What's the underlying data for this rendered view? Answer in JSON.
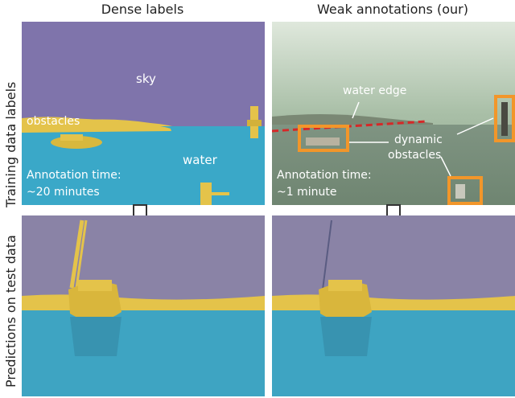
{
  "columns": {
    "left_title": "Dense labels",
    "right_title": "Weak annotations (our)"
  },
  "rows": {
    "top_title": "Training data labels",
    "bottom_title": "Predictions on test data"
  },
  "dense_panel": {
    "sky": "sky",
    "obstacles": "obstacles",
    "water": "water",
    "annotation_time_label": "Annotation time:",
    "annotation_time_value": "~20 minutes"
  },
  "weak_panel": {
    "water_edge": "water edge",
    "dynamic_line1": "dynamic",
    "dynamic_line2": "obstacles",
    "annotation_time_label": "Annotation time:",
    "annotation_time_value": "~1 minute"
  },
  "colors": {
    "sky_overlay": "#7f74ab",
    "obstacle_overlay": "#e4c34a",
    "water_overlay": "#3aa8c8",
    "annotation_box": "#f2962a",
    "water_edge_line": "#d62828",
    "weak_sky": "#9db59d"
  }
}
